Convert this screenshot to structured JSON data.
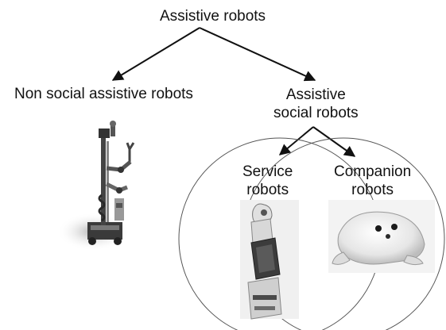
{
  "diagram": {
    "root": "Assistive robots",
    "left_branch": "Non social assistive robots",
    "right_branch_line1": "Assistive",
    "right_branch_line2": "social robots",
    "service_line1": "Service",
    "service_line2": "robots",
    "companion_line1": "Companion",
    "companion_line2": "robots"
  },
  "colors": {
    "line": "#111111",
    "circle": "#555555",
    "text": "#111111"
  }
}
